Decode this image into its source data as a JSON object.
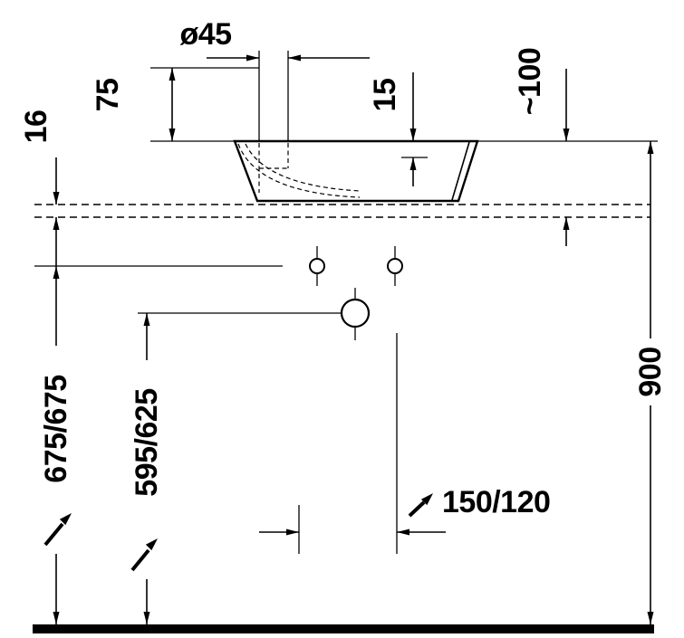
{
  "drawing": {
    "labels": {
      "dim_diameter": "ø45",
      "dim_75": "75",
      "dim_16": "16",
      "dim_15": "15",
      "dim_approx_100": "~100",
      "dim_675_675": "675/675",
      "dim_595_625": "595/625",
      "dim_150_120": "150/120",
      "dim_900": "900"
    },
    "colors": {
      "line": "#000000",
      "background": "#ffffff"
    }
  }
}
